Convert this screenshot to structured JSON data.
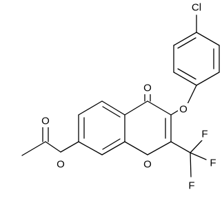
{
  "molecule": {
    "atom_labels": {
      "chlorine": "Cl",
      "ketone_oxygen": "O",
      "ether_oxygen": "O",
      "ring_oxygen": "O",
      "ester_oxygen": "O",
      "carbonyl_oxygen": "O",
      "fluorine_top": "F",
      "fluorine_right": "F",
      "fluorine_bottom": "F"
    }
  },
  "colors": {
    "bond": "#000000",
    "background": "#ffffff"
  }
}
